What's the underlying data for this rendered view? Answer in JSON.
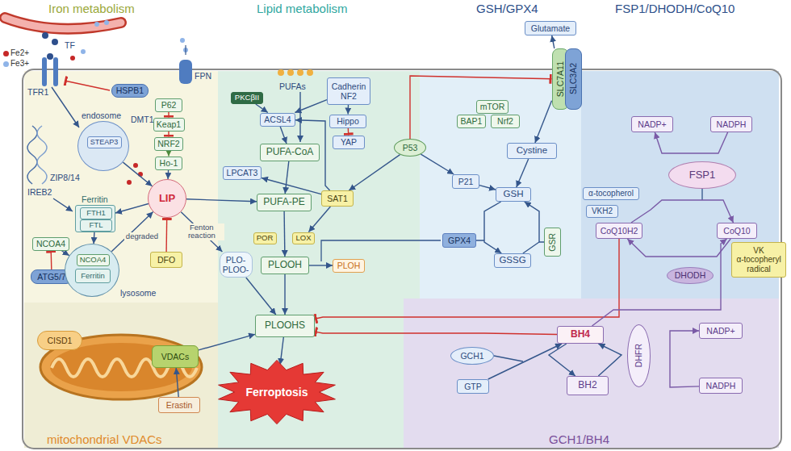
{
  "diagram": {
    "nodes": [
      {
        "text": [
          "Iron metabolism"
        ]
      },
      {
        "text": [
          "Lipid metabolism"
        ]
      },
      {
        "text": [
          "GSH/GPX4"
        ]
      },
      {
        "text": [
          "FSP1/DHODH/CoQ10"
        ]
      },
      {
        "text": [
          "mitochondrial VDACs"
        ]
      },
      {
        "text": [
          "GCH1/BH4"
        ]
      },
      {
        "text": [
          "HSPB1"
        ],
        "in": 0
      },
      {
        "text": [
          "endosome"
        ],
        "in": 0
      },
      {
        "text": [
          "STEAP3"
        ],
        "in": 7
      },
      {
        "text": [
          "P62"
        ],
        "in": 0
      },
      {
        "text": [
          "Keap1"
        ],
        "in": 0
      },
      {
        "text": [
          "NRF2"
        ],
        "in": 0
      },
      {
        "text": [
          "Ho-1"
        ],
        "in": 0
      },
      {
        "text": [
          "LIP"
        ],
        "in": 0
      },
      {
        "text": [
          "Ferritin"
        ],
        "in": 0
      },
      {
        "text": [
          "FTH1"
        ],
        "in": 14
      },
      {
        "text": [
          "FTL"
        ],
        "in": 14
      },
      {
        "text": [
          "NCOA4"
        ],
        "in": 0
      },
      {
        "text": [
          "ATG5/7"
        ],
        "in": 0
      },
      {
        "text": [
          "lysosome"
        ],
        "in": 0
      },
      {
        "text": [
          "NCOA4"
        ],
        "in": 19
      },
      {
        "text": [
          "Ferritin"
        ],
        "in": 19
      },
      {
        "text": [
          "DFO"
        ],
        "in": 0
      },
      {
        "text": [
          "CISD1"
        ],
        "in": 4
      },
      {
        "text": [
          "VDACs"
        ],
        "in": 4
      },
      {
        "text": [
          "Erastin"
        ],
        "in": 4
      },
      {
        "text": [
          "PKCβII"
        ],
        "in": 1
      },
      {
        "text": [
          "ACSL4"
        ],
        "in": 1
      },
      {
        "text": [
          "Cadherin",
          "NF2"
        ],
        "in": 1
      },
      {
        "text": [
          "Hippo"
        ],
        "in": 1
      },
      {
        "text": [
          "YAP"
        ],
        "in": 1
      },
      {
        "text": [
          "PUFA-CoA"
        ],
        "in": 1
      },
      {
        "text": [
          "LPCAT3"
        ],
        "in": 1
      },
      {
        "text": [
          "SAT1"
        ],
        "in": 1
      },
      {
        "text": [
          "PUFA-PE"
        ],
        "in": 1
      },
      {
        "text": [
          "POR"
        ],
        "in": 1
      },
      {
        "text": [
          "LOX"
        ],
        "in": 1
      },
      {
        "text": [
          "PLOOH"
        ],
        "in": 1
      },
      {
        "text": [
          "PLO-",
          "PLOO-"
        ],
        "in": 1
      },
      {
        "text": [
          "PLOH"
        ],
        "in": 1
      },
      {
        "text": [
          "PLOOHS"
        ],
        "in": 1
      },
      {
        "text": [
          "Ferroptosis"
        ],
        "in": 1
      },
      {
        "text": [
          "P53"
        ],
        "in": 1
      },
      {
        "text": [
          "Glutamate"
        ]
      },
      {
        "text": [
          "SLC7A11"
        ]
      },
      {
        "text": [
          "SLC3A2"
        ]
      },
      {
        "text": [
          "mTOR"
        ],
        "in": 2
      },
      {
        "text": [
          "BAP1"
        ],
        "in": 2
      },
      {
        "text": [
          "Nrf2"
        ],
        "in": 2
      },
      {
        "text": [
          "Cystine"
        ],
        "in": 2
      },
      {
        "text": [
          "P21"
        ],
        "in": 2
      },
      {
        "text": [
          "GSH"
        ],
        "in": 2
      },
      {
        "text": [
          "GPX4"
        ],
        "in": 2
      },
      {
        "text": [
          "GSR"
        ],
        "in": 2
      },
      {
        "text": [
          "GSSG"
        ],
        "in": 2
      },
      {
        "text": [
          "NADP+"
        ],
        "in": 3
      },
      {
        "text": [
          "NADPH"
        ],
        "in": 3
      },
      {
        "text": [
          "FSP1"
        ],
        "in": 3
      },
      {
        "text": [
          "α-tocopherol"
        ],
        "in": 3
      },
      {
        "text": [
          "VKH2"
        ],
        "in": 3
      },
      {
        "text": [
          "CoQ10H2"
        ],
        "in": 3
      },
      {
        "text": [
          "CoQ10"
        ],
        "in": 3
      },
      {
        "text": [
          "VK",
          "α-tocopheryl radical"
        ],
        "in": 3
      },
      {
        "text": [
          "DHODH"
        ],
        "in": 3
      },
      {
        "text": [
          "BH4"
        ],
        "in": 5
      },
      {
        "text": [
          "GCH1"
        ],
        "in": 5
      },
      {
        "text": [
          "GTP"
        ],
        "in": 5
      },
      {
        "text": [
          "BH2"
        ],
        "in": 5
      },
      {
        "text": [
          "DHFR"
        ],
        "in": 5
      },
      {
        "text": [
          "NADP+"
        ],
        "in": 5
      },
      {
        "text": [
          "NADPH"
        ],
        "in": 5
      }
    ],
    "edges": [
      {
        "from": 7,
        "to": 13,
        "arrow": "to"
      },
      {
        "from": 9,
        "to": 10,
        "arrow": "to"
      },
      {
        "from": 10,
        "to": 11,
        "arrow": "to"
      },
      {
        "from": 11,
        "to": 12,
        "arrow": "to"
      },
      {
        "from": 12,
        "to": 13,
        "arrow": "to"
      },
      {
        "from": 13,
        "to": 14,
        "arrow": "to"
      },
      {
        "from": 14,
        "to": 19,
        "arrow": "to"
      },
      {
        "from": 19,
        "to": 13,
        "label": "degraded",
        "arrow": "to"
      },
      {
        "from": 18,
        "to": 17,
        "arrow": "to"
      },
      {
        "from": 17,
        "to": 19,
        "arrow": "to"
      },
      {
        "from": 22,
        "to": 13,
        "arrow": "to"
      },
      {
        "from": 13,
        "to": 34,
        "arrow": "to"
      },
      {
        "from": 13,
        "to": 38,
        "label": "Fenton reaction",
        "arrow": "to"
      },
      {
        "from": 25,
        "to": 24,
        "arrow": "to"
      },
      {
        "from": 24,
        "to": 40,
        "arrow": "to"
      },
      {
        "from": 26,
        "to": 27,
        "arrow": "to"
      },
      {
        "from": 28,
        "to": 27,
        "arrow": "to"
      },
      {
        "from": 28,
        "to": 29,
        "arrow": "to"
      },
      {
        "from": 29,
        "to": 30,
        "arrow": "to"
      },
      {
        "from": 27,
        "to": 31,
        "arrow": "to"
      },
      {
        "from": 31,
        "to": 34,
        "arrow": "to"
      },
      {
        "from": 33,
        "to": 32,
        "arrow": "to"
      },
      {
        "from": 33,
        "to": 27,
        "arrow": "to"
      },
      {
        "from": 33,
        "to": 36,
        "arrow": "to"
      },
      {
        "from": 42,
        "to": 33,
        "arrow": "to"
      },
      {
        "from": 42,
        "to": 50,
        "arrow": "to"
      },
      {
        "from": 42,
        "to": 44,
        "arrow": "to"
      },
      {
        "from": 34,
        "to": 37,
        "arrow": "to"
      },
      {
        "from": 37,
        "to": 39,
        "arrow": "to"
      },
      {
        "from": 37,
        "to": 40,
        "arrow": "to"
      },
      {
        "from": 38,
        "to": 40,
        "arrow": "to"
      },
      {
        "from": 40,
        "to": 41,
        "arrow": "to"
      },
      {
        "from": 44,
        "to": 43,
        "arrow": "to"
      },
      {
        "from": 44,
        "to": 49,
        "arrow": "to"
      },
      {
        "from": 49,
        "to": 51,
        "arrow": "to"
      },
      {
        "from": 50,
        "to": 51,
        "arrow": "to"
      },
      {
        "from": 51,
        "to": 54,
        "arrow": "to"
      },
      {
        "from": 54,
        "to": 51,
        "arrow": "to"
      },
      {
        "from": 56,
        "to": 55,
        "arrow": "to"
      },
      {
        "from": 60,
        "to": 61,
        "arrow": "to"
      },
      {
        "from": 61,
        "to": 60,
        "arrow": "to"
      },
      {
        "from": 60,
        "to": 40,
        "arrow": "to"
      },
      {
        "from": 64,
        "to": 40,
        "arrow": "to"
      },
      {
        "from": 64,
        "to": 61,
        "arrow": "to"
      },
      {
        "from": 66,
        "to": 64,
        "arrow": "to"
      },
      {
        "from": 64,
        "to": 67,
        "arrow": "to"
      },
      {
        "from": 67,
        "to": 64,
        "arrow": "to"
      },
      {
        "from": 70,
        "to": 69,
        "arrow": "to"
      }
    ],
    "labels": [
      "TF",
      "TFR1",
      "FPN",
      "DMT1",
      "ZIP8/14",
      "IREB2",
      "PUFAs"
    ],
    "legend": [
      {
        "text": "Fe2+",
        "color": "#c62828"
      },
      {
        "text": "Fe3+",
        "color": "#8fb4e8"
      }
    ]
  }
}
